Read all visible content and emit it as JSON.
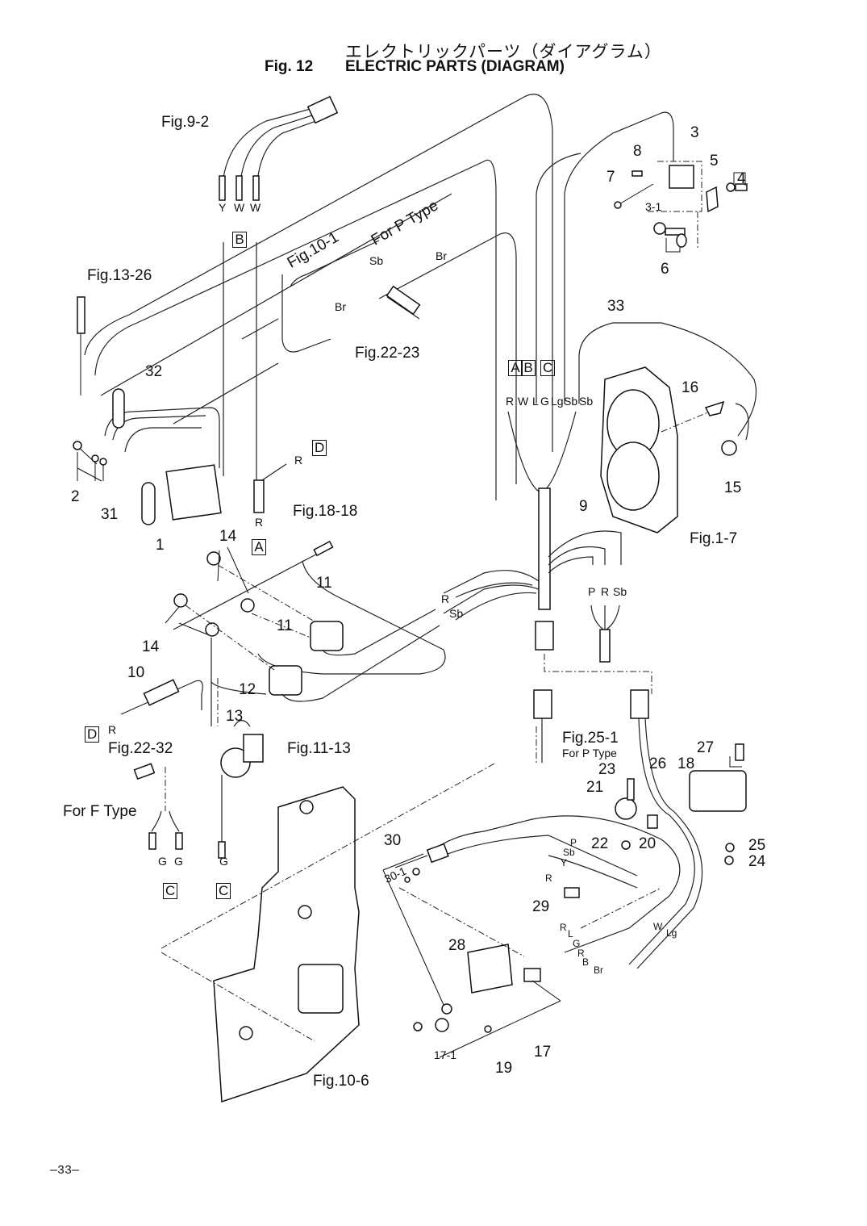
{
  "header": {
    "title_jp": "エレクトリックパーツ（ダイアグラム）",
    "fig_number": "Fig. 12",
    "title_en": "ELECTRIC PARTS (DIAGRAM)"
  },
  "references": {
    "fig_9_2": "Fig.9-2",
    "fig_10_1": "Fig.10-1",
    "fig_13_26": "Fig.13-26",
    "fig_22_23": "Fig.22-23",
    "fig_18_18": "Fig.18-18",
    "fig_1_7": "Fig.1-7",
    "fig_22_32": "Fig.22-32",
    "fig_11_13": "Fig.11-13",
    "fig_25_1": "Fig.25-1",
    "fig_10_6": "Fig.10-6"
  },
  "notes": {
    "for_p_type_top": "For P Type",
    "for_p_type_bottom": "For P Type",
    "for_f_type": "For F Type"
  },
  "parts": {
    "p1": "1",
    "p2": "2",
    "p3": "3",
    "p3_1": "3-1",
    "p4": "4",
    "p5": "5",
    "p6": "6",
    "p7": "7",
    "p8": "8",
    "p9": "9",
    "p10": "10",
    "p11a": "11",
    "p11b": "11",
    "p12": "12",
    "p13": "13",
    "p14a": "14",
    "p14b": "14",
    "p15": "15",
    "p16": "16",
    "p17": "17",
    "p17_1": "17-1",
    "p18": "18",
    "p19": "19",
    "p20": "20",
    "p21": "21",
    "p22": "22",
    "p23": "23",
    "p24": "24",
    "p25": "25",
    "p26": "26",
    "p27": "27",
    "p28": "28",
    "p29": "29",
    "p30": "30",
    "p30_1": "30-1",
    "p31": "31",
    "p32": "32",
    "p33": "33"
  },
  "wire_colors": {
    "top_left": [
      "Y",
      "W",
      "W"
    ],
    "fig10_sb": "Sb",
    "fig10_br_right": "Br",
    "fig10_br_left": "Br",
    "harness_top": [
      "R",
      "W",
      "L",
      "G",
      "Lg",
      "Sb",
      "Sb"
    ],
    "regulator_r_d": "R",
    "regulator_r_a": "R",
    "mid_r": "R",
    "mid_sb": "Sb",
    "right_prsb": [
      "P",
      "R",
      "Sb"
    ],
    "sensor_r": "R",
    "ftype_g": [
      "G",
      "G"
    ],
    "fig11_g": "G",
    "panel_p": "P",
    "panel_sb": "Sb",
    "panel_y": "Y",
    "panel_r": "R",
    "panel_lower": [
      "R",
      "L",
      "G",
      "R",
      "B",
      "Br"
    ],
    "panel_w": "W",
    "panel_lg": "Lg"
  },
  "connector_boxes": {
    "b_top": "B",
    "a_harness": "A",
    "b_harness": "B",
    "c_harness": "C",
    "d_regulator": "D",
    "a_regulator": "A",
    "d_sensor": "D",
    "c_ftype": "C",
    "c_fig11": "C"
  },
  "footer": {
    "page_number": "—33—"
  }
}
